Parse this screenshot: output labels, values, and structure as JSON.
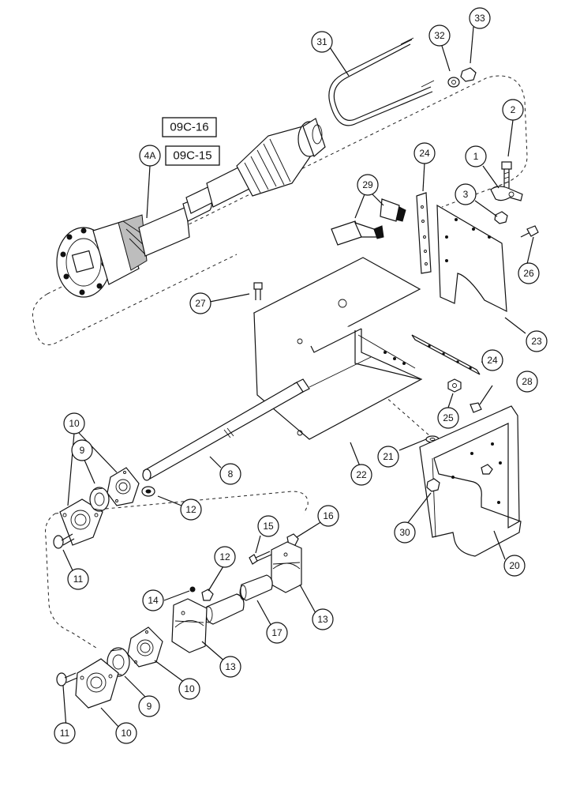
{
  "references": [
    {
      "id": "ref-1",
      "label": "09C-16"
    },
    {
      "id": "ref-2",
      "label": "09C-15"
    }
  ],
  "callouts": [
    {
      "id": "c31",
      "label": "31"
    },
    {
      "id": "c32",
      "label": "32"
    },
    {
      "id": "c33",
      "label": "33"
    },
    {
      "id": "c2",
      "label": "2"
    },
    {
      "id": "c1",
      "label": "1"
    },
    {
      "id": "c3",
      "label": "3"
    },
    {
      "id": "c4a",
      "label": "4A"
    },
    {
      "id": "c24a",
      "label": "24"
    },
    {
      "id": "c29",
      "label": "29"
    },
    {
      "id": "c26",
      "label": "26"
    },
    {
      "id": "c27",
      "label": "27"
    },
    {
      "id": "c23",
      "label": "23"
    },
    {
      "id": "c24b",
      "label": "24"
    },
    {
      "id": "c28",
      "label": "28"
    },
    {
      "id": "c25",
      "label": "25"
    },
    {
      "id": "c10a",
      "label": "10"
    },
    {
      "id": "c9a",
      "label": "9"
    },
    {
      "id": "c8",
      "label": "8"
    },
    {
      "id": "c22",
      "label": "22"
    },
    {
      "id": "c21",
      "label": "21"
    },
    {
      "id": "c12a",
      "label": "12"
    },
    {
      "id": "c30",
      "label": "30"
    },
    {
      "id": "c20",
      "label": "20"
    },
    {
      "id": "c15",
      "label": "15"
    },
    {
      "id": "c16",
      "label": "16"
    },
    {
      "id": "c11a",
      "label": "11"
    },
    {
      "id": "c12b",
      "label": "12"
    },
    {
      "id": "c14",
      "label": "14"
    },
    {
      "id": "c13a",
      "label": "13"
    },
    {
      "id": "c17",
      "label": "17"
    },
    {
      "id": "c13b",
      "label": "13"
    },
    {
      "id": "c10b",
      "label": "10"
    },
    {
      "id": "c9b",
      "label": "9"
    },
    {
      "id": "c11b",
      "label": "11"
    },
    {
      "id": "c10c",
      "label": "10"
    }
  ]
}
